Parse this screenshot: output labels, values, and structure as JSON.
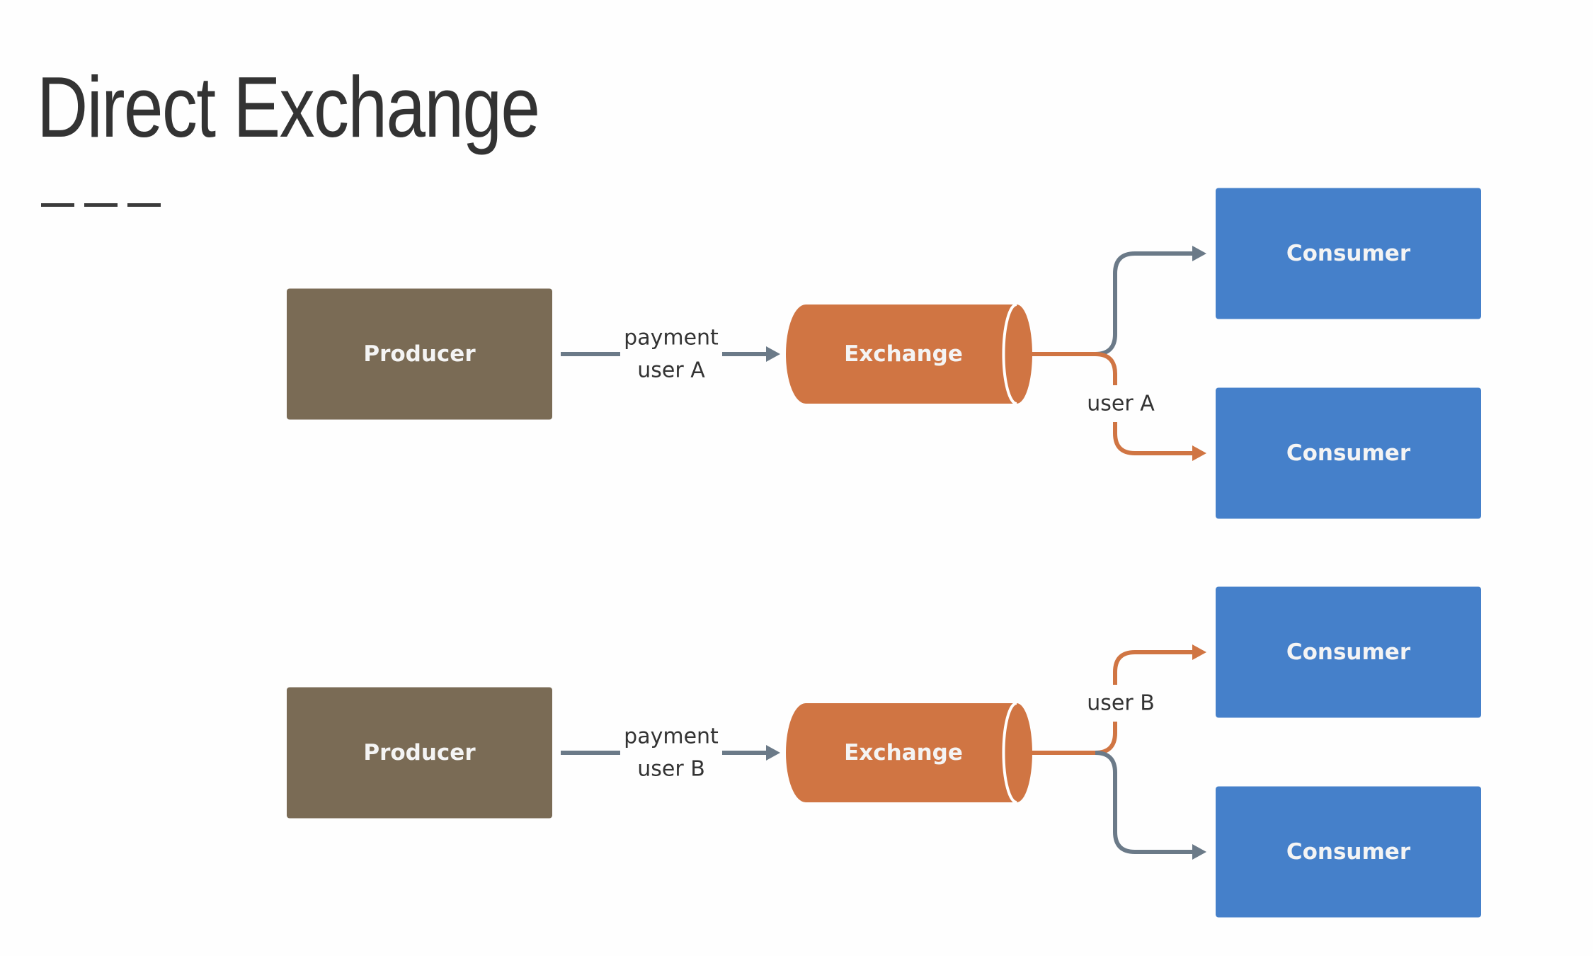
{
  "title": "Direct Exchange",
  "colors": {
    "background": "#fefefe",
    "title": "#333333",
    "producer": "#7a6b55",
    "exchange": "#d07543",
    "consumer": "#4580ca",
    "gray_arrow": "#6b7a88",
    "orange_arrow": "#d07543",
    "label_text": "#333333",
    "node_text": "#f4f4f4"
  },
  "flows": [
    {
      "producer": "Producer",
      "message_label": [
        "payment",
        "user A"
      ],
      "exchange": "Exchange",
      "routing_label": "user A",
      "consumers": [
        {
          "label": "Consumer",
          "receives": false
        },
        {
          "label": "Consumer",
          "receives": true
        }
      ]
    },
    {
      "producer": "Producer",
      "message_label": [
        "payment",
        "user B"
      ],
      "exchange": "Exchange",
      "routing_label": "user B",
      "consumers": [
        {
          "label": "Consumer",
          "receives": true
        },
        {
          "label": "Consumer",
          "receives": false
        }
      ]
    }
  ]
}
